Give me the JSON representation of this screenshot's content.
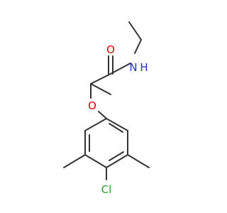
{
  "molecule": {
    "atoms": [
      {
        "symbol": "O",
        "color": "#e00000"
      },
      {
        "symbol": "N",
        "color": "#2030d0"
      },
      {
        "symbol": "H",
        "color": "#2030d0"
      },
      {
        "symbol": "O",
        "color": "#e00000"
      },
      {
        "symbol": "Cl",
        "color": "#28a028"
      }
    ],
    "bond_color": "#333333"
  }
}
